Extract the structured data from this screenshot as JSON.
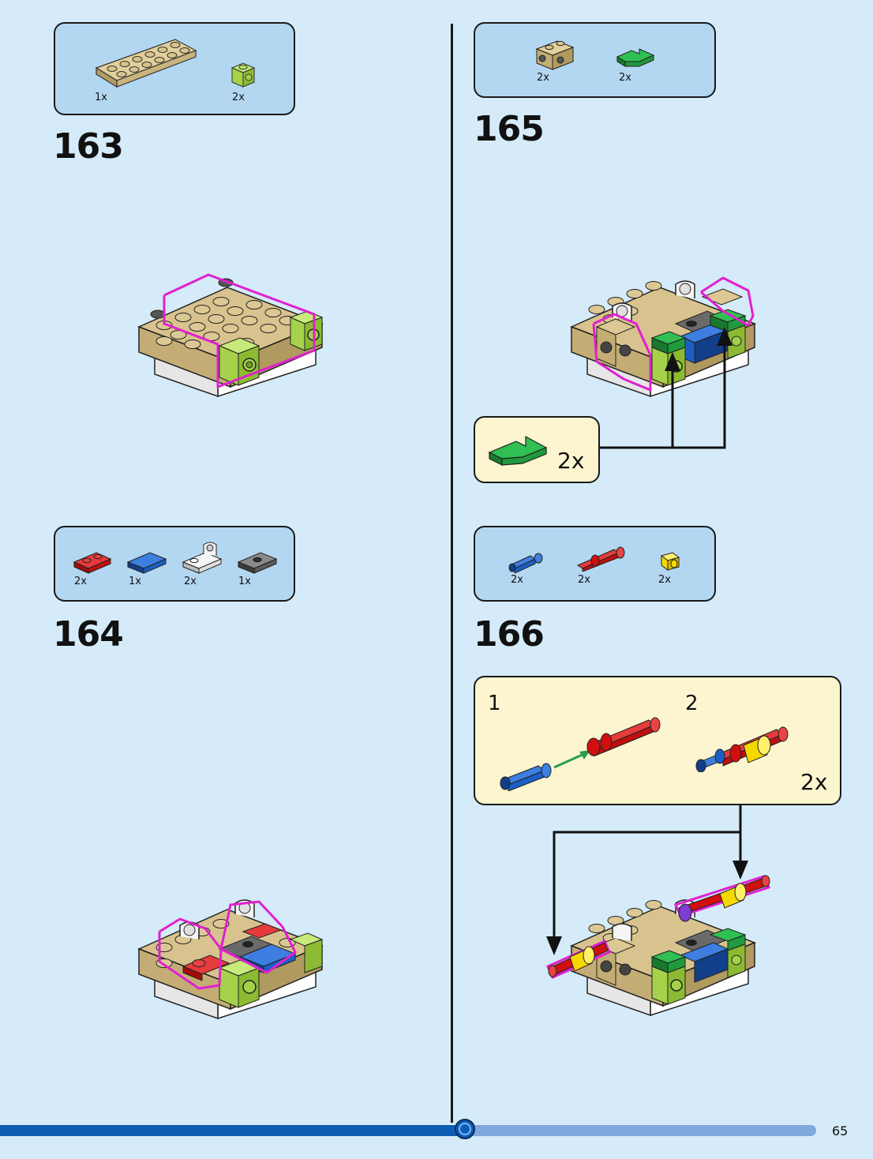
{
  "colors": {
    "background": "#d5ebf9",
    "parts_box": "#b3d7f1",
    "callout": "#fdf5cf",
    "highlight": "#e020d0",
    "tan": "#d8c38e",
    "lime": "#a5d24a",
    "green": "#24a545",
    "red": "#d10f0f",
    "blue": "#1b5fc6",
    "yellow": "#f5d800",
    "progress_fill": "#0c5db3",
    "progress_track": "#7fa8dc"
  },
  "steps": {
    "s163": {
      "number": "163",
      "parts": [
        {
          "icon": "tan-plate-2x6-icon",
          "qty": "1x"
        },
        {
          "icon": "lime-brick-1x1-side-stud-icon",
          "qty": "2x"
        }
      ]
    },
    "s164": {
      "number": "164",
      "parts": [
        {
          "icon": "red-plate-1x2-icon",
          "qty": "2x"
        },
        {
          "icon": "blue-tile-1x2-icon",
          "qty": "1x"
        },
        {
          "icon": "white-plate-pin-hole-icon",
          "qty": "2x"
        },
        {
          "icon": "dark-gray-jumper-plate-icon",
          "qty": "1x"
        }
      ]
    },
    "s165": {
      "number": "165",
      "parts": [
        {
          "icon": "tan-brick-side-studs-icon",
          "qty": "2x"
        },
        {
          "icon": "green-slope-plate-icon",
          "qty": "2x"
        }
      ],
      "callout": {
        "icon": "green-slope-plate-icon",
        "qty": "2x"
      }
    },
    "s166": {
      "number": "166",
      "parts": [
        {
          "icon": "blue-pin-icon",
          "qty": "2x"
        },
        {
          "icon": "red-axle-pin-icon",
          "qty": "2x"
        },
        {
          "icon": "yellow-bush-icon",
          "qty": "2x"
        }
      ],
      "substep_1": "1",
      "substep_2": "2",
      "callout_qty": "2x"
    }
  },
  "progress": {
    "fraction": 0.57
  },
  "page_number": "65"
}
